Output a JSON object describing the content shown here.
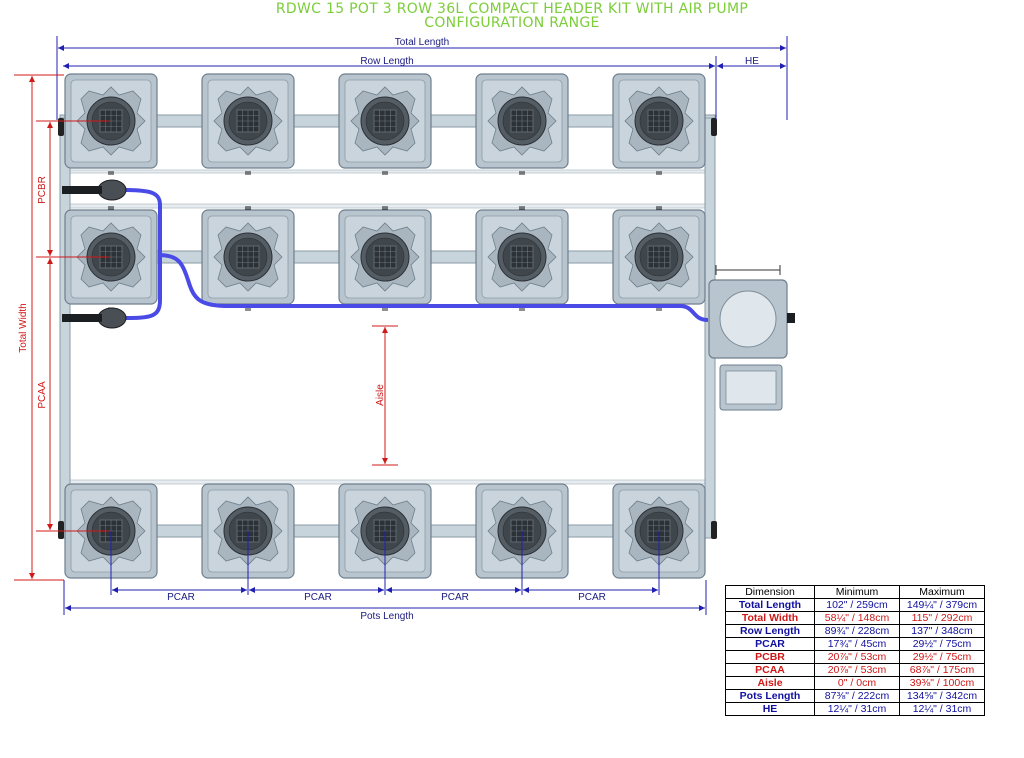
{
  "title": {
    "line1": "RDWC 15 POT 3 ROW 36L COMPACT HEADER KIT WITH AIR PUMP",
    "line2": "CONFIGURATION RANGE"
  },
  "labels": {
    "total_length": "Total Length",
    "row_length": "Row Length",
    "he": "HE",
    "total_width": "Total Width",
    "pcbr": "PCBR",
    "pcaa": "PCAA",
    "aisle": "Aisle",
    "pcar": "PCAR",
    "pots_length": "Pots Length"
  },
  "colors": {
    "blue_dimension": "#2020b0",
    "red_dimension": "#d01818",
    "title_green": "#7ccd3a",
    "air_line": "#4a4ae6",
    "pot": "#b8c5cf"
  },
  "table": {
    "headers": [
      "Dimension",
      "Minimum",
      "Maximum"
    ],
    "rows": [
      {
        "name": "Total Length",
        "min": "102\" / 259cm",
        "max": "149¼\" / 379cm",
        "color": "#1010a0"
      },
      {
        "name": "Total Width",
        "min": "58¼\" / 148cm",
        "max": "115\" / 292cm",
        "color": "#d01818"
      },
      {
        "name": "Row Length",
        "min": "89¾\" / 228cm",
        "max": "137\" / 348cm",
        "color": "#1010a0"
      },
      {
        "name": "PCAR",
        "min": "17¾\" / 45cm",
        "max": "29½\" / 75cm",
        "color": "#1010a0"
      },
      {
        "name": "PCBR",
        "min": "20⅞\" / 53cm",
        "max": "29½\" / 75cm",
        "color": "#d01818"
      },
      {
        "name": "PCAA",
        "min": "20⅞\" / 53cm",
        "max": "68⅞\" / 175cm",
        "color": "#d01818"
      },
      {
        "name": "Aisle",
        "min": "0\" / 0cm",
        "max": "39⅜\" / 100cm",
        "color": "#d01818"
      },
      {
        "name": "Pots Length",
        "min": "87⅜\" / 222cm",
        "max": "134⅝\" / 342cm",
        "color": "#1010a0"
      },
      {
        "name": "HE",
        "min": "12¼\" / 31cm",
        "max": "12¼\" / 31cm",
        "color": "#1010a0"
      }
    ]
  }
}
